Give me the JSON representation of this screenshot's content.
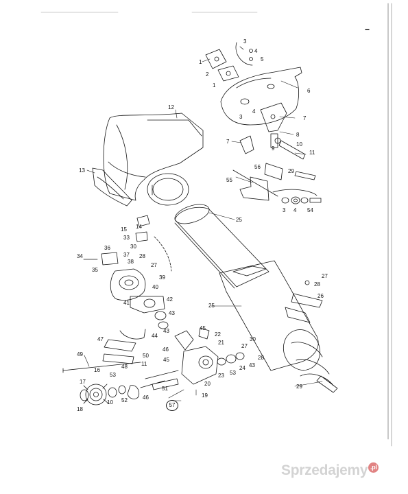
{
  "diagram": {
    "labels": [
      {
        "id": "l3a",
        "text": "3"
      },
      {
        "id": "l4a",
        "text": "4"
      },
      {
        "id": "l1a",
        "text": "1"
      },
      {
        "id": "l5a",
        "text": "5"
      },
      {
        "id": "l2a",
        "text": "2"
      },
      {
        "id": "l1b",
        "text": "1"
      },
      {
        "id": "l6",
        "text": "6"
      },
      {
        "id": "l12",
        "text": "12"
      },
      {
        "id": "l4b",
        "text": "4"
      },
      {
        "id": "l3b",
        "text": "3"
      },
      {
        "id": "l7a",
        "text": "7"
      },
      {
        "id": "l8",
        "text": "8"
      },
      {
        "id": "l7b",
        "text": "7"
      },
      {
        "id": "l9",
        "text": "9"
      },
      {
        "id": "l10a",
        "text": "10"
      },
      {
        "id": "l11a",
        "text": "11"
      },
      {
        "id": "l13",
        "text": "13"
      },
      {
        "id": "l56",
        "text": "56"
      },
      {
        "id": "l29a",
        "text": "29"
      },
      {
        "id": "l55",
        "text": "55"
      },
      {
        "id": "l3c",
        "text": "3"
      },
      {
        "id": "l4c",
        "text": "4"
      },
      {
        "id": "l54",
        "text": "54"
      },
      {
        "id": "l25a",
        "text": "25"
      },
      {
        "id": "l15",
        "text": "15"
      },
      {
        "id": "l14",
        "text": "14"
      },
      {
        "id": "l33",
        "text": "33"
      },
      {
        "id": "l30a",
        "text": "30"
      },
      {
        "id": "l36",
        "text": "36"
      },
      {
        "id": "l37",
        "text": "37"
      },
      {
        "id": "l28a",
        "text": "28"
      },
      {
        "id": "l34",
        "text": "34"
      },
      {
        "id": "l38",
        "text": "38"
      },
      {
        "id": "l27a",
        "text": "27"
      },
      {
        "id": "l35",
        "text": "35"
      },
      {
        "id": "l39",
        "text": "39"
      },
      {
        "id": "l40",
        "text": "40"
      },
      {
        "id": "l41",
        "text": "41"
      },
      {
        "id": "l42",
        "text": "42"
      },
      {
        "id": "l43a",
        "text": "43"
      },
      {
        "id": "l25b",
        "text": "25"
      },
      {
        "id": "l27b",
        "text": "27"
      },
      {
        "id": "l28b",
        "text": "28"
      },
      {
        "id": "l26",
        "text": "26"
      },
      {
        "id": "l45a",
        "text": "45"
      },
      {
        "id": "l44",
        "text": "44"
      },
      {
        "id": "l43b",
        "text": "43"
      },
      {
        "id": "l22",
        "text": "22"
      },
      {
        "id": "l21",
        "text": "21"
      },
      {
        "id": "l47",
        "text": "47"
      },
      {
        "id": "l46a",
        "text": "46"
      },
      {
        "id": "l30b",
        "text": "30"
      },
      {
        "id": "l27c",
        "text": "27"
      },
      {
        "id": "l28c",
        "text": "28"
      },
      {
        "id": "l49",
        "text": "49"
      },
      {
        "id": "l50",
        "text": "50"
      },
      {
        "id": "l45b",
        "text": "45"
      },
      {
        "id": "l24",
        "text": "24"
      },
      {
        "id": "l43c",
        "text": "43"
      },
      {
        "id": "l48",
        "text": "48"
      },
      {
        "id": "l11b",
        "text": "11"
      },
      {
        "id": "l16",
        "text": "16"
      },
      {
        "id": "l53a",
        "text": "53"
      },
      {
        "id": "l23",
        "text": "23"
      },
      {
        "id": "l53b",
        "text": "53"
      },
      {
        "id": "l17",
        "text": "17"
      },
      {
        "id": "l20",
        "text": "20"
      },
      {
        "id": "l10b",
        "text": "10"
      },
      {
        "id": "l52",
        "text": "52"
      },
      {
        "id": "l46b",
        "text": "46"
      },
      {
        "id": "l51",
        "text": "51"
      },
      {
        "id": "l29b",
        "text": "29"
      },
      {
        "id": "l19",
        "text": "19"
      },
      {
        "id": "l18",
        "text": "18"
      },
      {
        "id": "l57",
        "text": "57"
      }
    ]
  },
  "watermark": {
    "text": "Sprzedajemy",
    "badge": ".pl"
  },
  "colors": {
    "line": "#111111",
    "background": "#ffffff",
    "watermark": "#969696",
    "watermark_badge": "#c81e1e"
  }
}
